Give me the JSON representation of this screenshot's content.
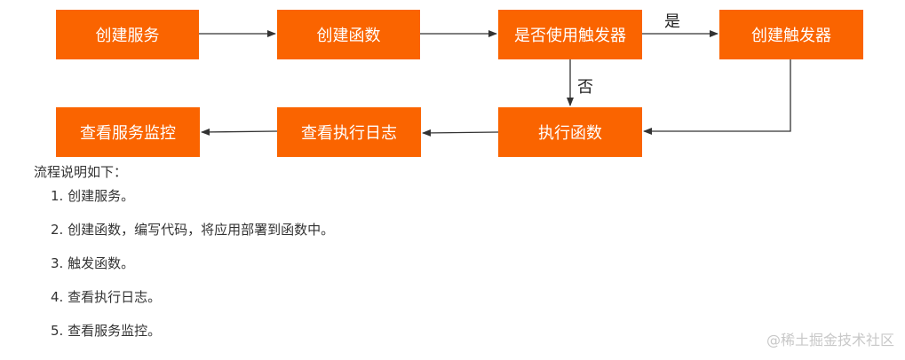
{
  "colors": {
    "box": "#fa6400",
    "box_text": "#ffffff",
    "arrow": "#333333"
  },
  "flowchart": {
    "nodes": {
      "create_service": "创建服务",
      "create_function": "创建函数",
      "use_trigger": "是否使用触发器",
      "create_trigger": "创建触发器",
      "execute_function": "执行函数",
      "view_logs": "查看执行日志",
      "view_monitoring": "查看服务监控"
    },
    "edge_labels": {
      "yes": "是",
      "no": "否"
    }
  },
  "description": {
    "intro": "流程说明如下：",
    "steps": [
      "1. 创建服务。",
      "2. 创建函数，编写代码，将应用部署到函数中。",
      "3. 触发函数。",
      "4. 查看执行日志。",
      "5. 查看服务监控。"
    ]
  },
  "watermark": "@稀土掘金技术社区"
}
